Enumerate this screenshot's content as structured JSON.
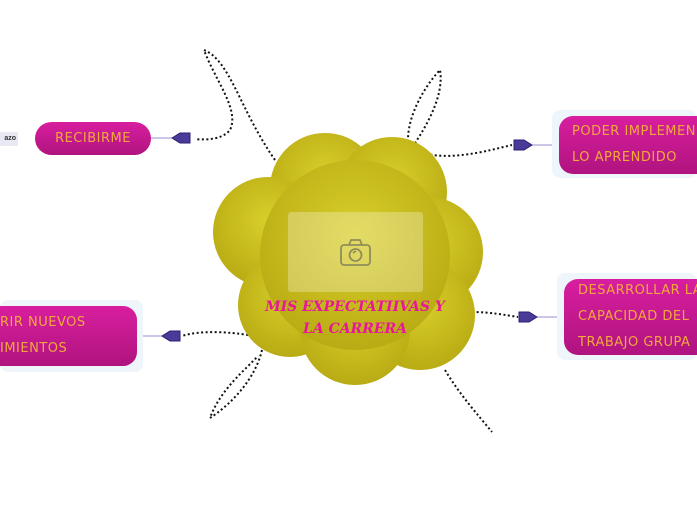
{
  "center": {
    "title_line1": "MIS EXPECTATIIVAS Y",
    "title_line2": "LA CARRERA",
    "image_icon": "camera-icon",
    "color": "#c9bd1e"
  },
  "nodes": {
    "recibirme": {
      "label": "RECIBIRME",
      "tag": "azo"
    },
    "implementar": {
      "line1": "PODER IMPLEMEN",
      "line2": "LO APRENDIDO"
    },
    "desarrollar": {
      "line1": "DESARROLLAR LA",
      "line2": "CAPACIDAD DEL",
      "line3": "TRABAJO GRUPA"
    },
    "nuevos": {
      "line1": "RIR NUEVOS",
      "line2": "IMIENTOS"
    }
  },
  "colors": {
    "node_bg": "#c4178f",
    "node_text": "#f2a83b",
    "arrow": "#4a3a9a",
    "center_text": "#e8179a"
  }
}
